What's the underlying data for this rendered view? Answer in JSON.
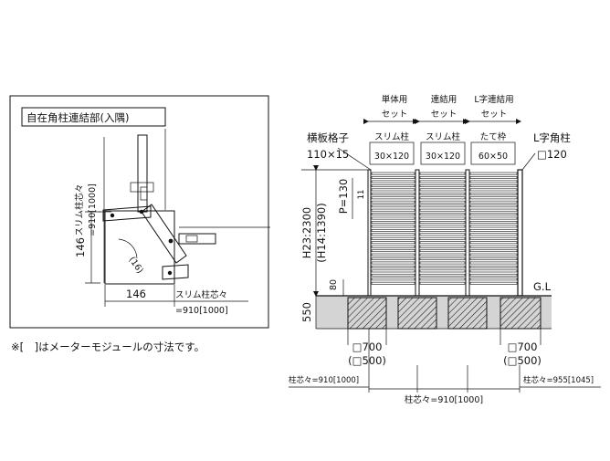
{
  "inset": {
    "title": "自在角柱連結部(入隅)",
    "dim_vertical": "スリム柱芯々",
    "dim_vertical_value": "=910[1000]",
    "dim_146_v": "146",
    "dim_146_h": "146",
    "angle": "(16)",
    "dim_horizontal": "スリム柱芯々",
    "dim_horizontal_value": "=910[1000]"
  },
  "note": "※[　]はメーターモジュールの寸法です。",
  "elevation": {
    "headers": [
      {
        "line1": "単体用",
        "line2": "セット"
      },
      {
        "line1": "連結用",
        "line2": "セット"
      },
      {
        "line1": "L字連結用",
        "line2": "セット"
      }
    ],
    "post_labels": [
      {
        "name": "スリム柱",
        "size": "30×120"
      },
      {
        "name": "スリム柱",
        "size": "30×120"
      },
      {
        "name": "たて枠",
        "size": "60×50"
      }
    ],
    "board_label": "横板格子",
    "board_size": "110×15",
    "l_post": "L字角柱",
    "l_post_size": "□120",
    "height": "H23:2300",
    "height_alt": "(H14:1390)",
    "pitch": "P=130",
    "pitch_sub": "11",
    "dim_80": "80",
    "dim_550": "550",
    "gl": "G.L",
    "foot_left": "□700",
    "foot_left_alt": "(□500)",
    "foot_right": "□700",
    "foot_right_alt": "(□500)",
    "bottom_left": "柱芯々=910[1000]",
    "bottom_right": "柱芯々=955[1045]",
    "bottom_center": "柱芯々=910[1000]"
  }
}
